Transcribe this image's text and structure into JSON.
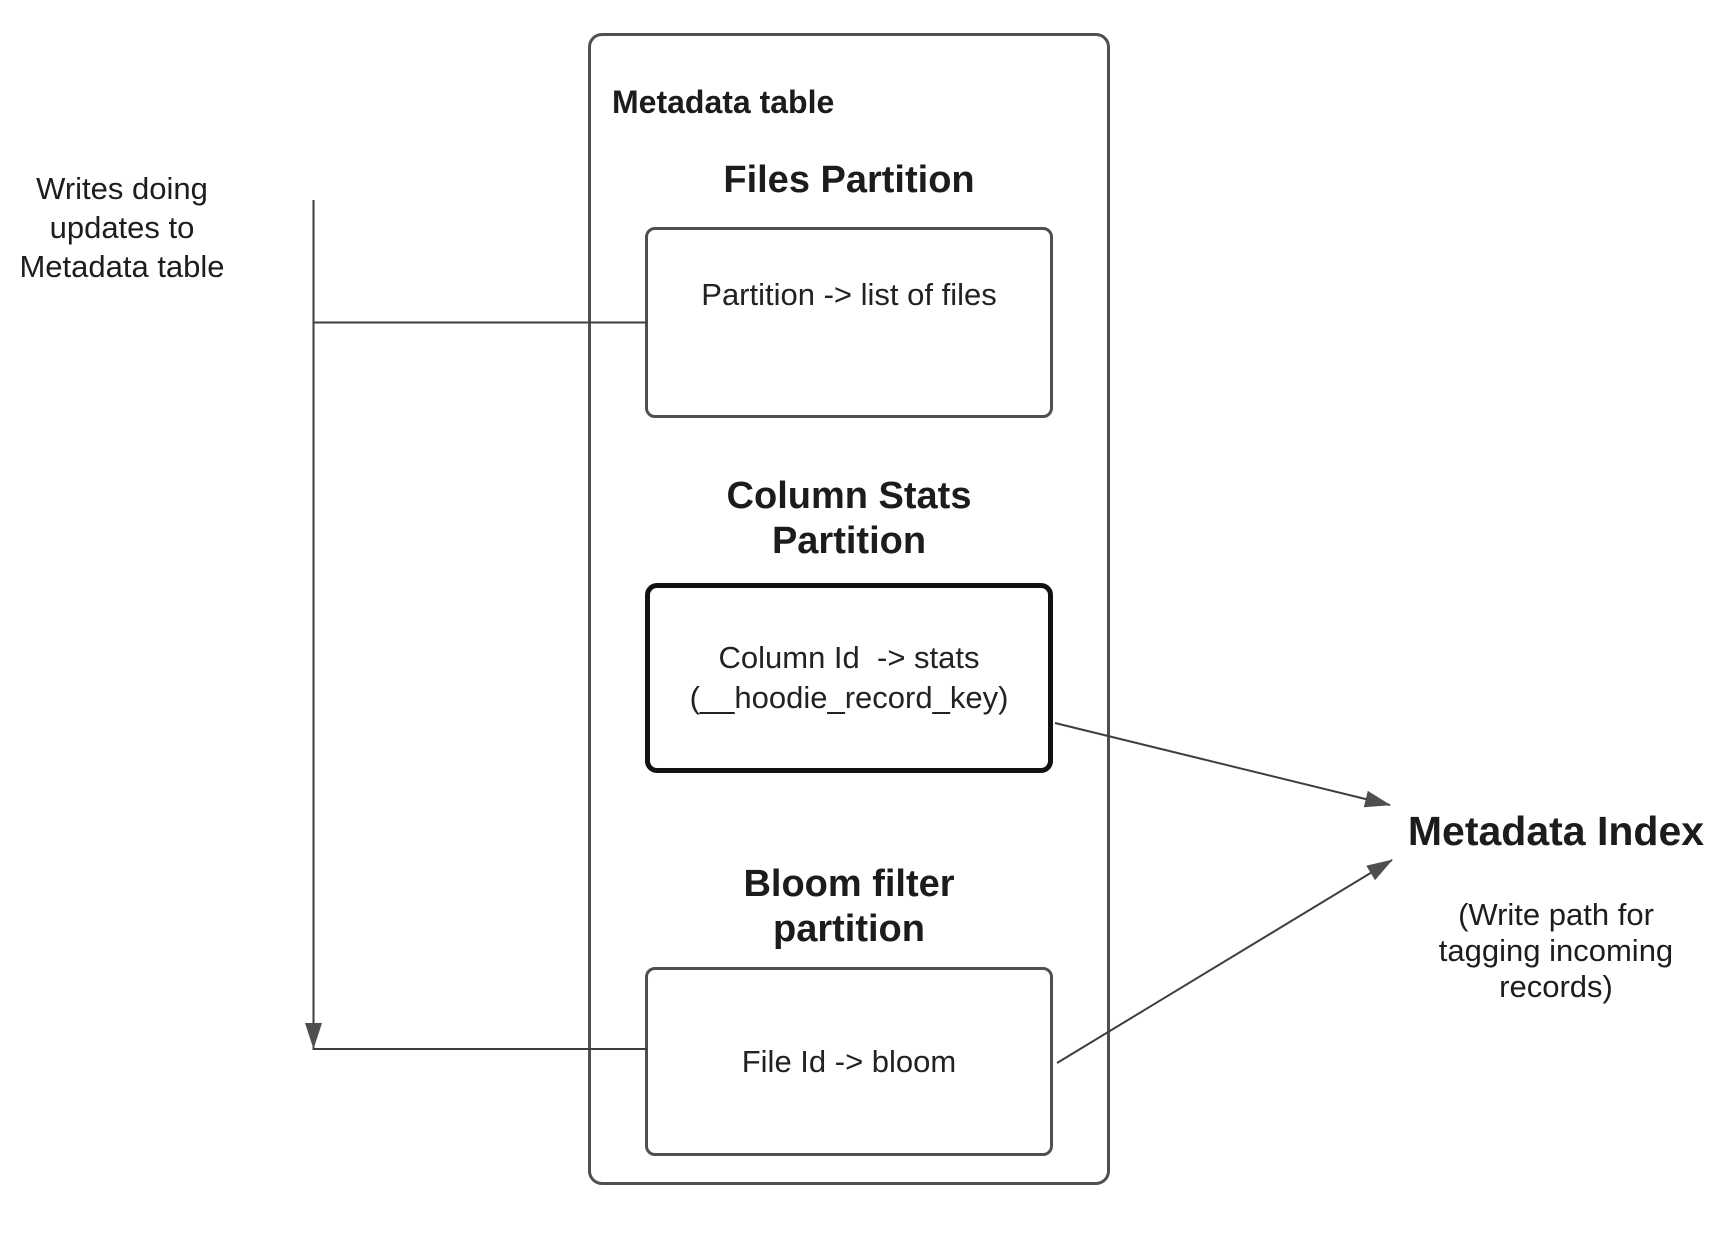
{
  "annotations": {
    "writes_note_lines": [
      "Writes doing",
      "updates to",
      "Metadata table"
    ]
  },
  "metadata_table": {
    "title": "Metadata table",
    "partitions": [
      {
        "heading_lines": [
          "Files Partition"
        ],
        "content_lines": [
          "Partition -> list of files"
        ]
      },
      {
        "heading_lines": [
          "Column Stats",
          "Partition"
        ],
        "content_lines": [
          "Column Id  -> stats",
          "(__hoodie_record_key)"
        ]
      },
      {
        "heading_lines": [
          "Bloom filter",
          "partition"
        ],
        "content_lines": [
          "File Id -> bloom"
        ]
      }
    ]
  },
  "metadata_index": {
    "title": "Metadata Index",
    "subtitle_lines": [
      "(Write path for",
      "tagging incoming",
      "records)"
    ]
  },
  "colors": {
    "text": "#1d1d1d",
    "box_border_gray": "#4f4f4f",
    "stats_box_border_dark": "#111111",
    "connector_line": "#3e3e3e",
    "arrowhead_fill": "#4f4f4f",
    "background": "#ffffff"
  }
}
